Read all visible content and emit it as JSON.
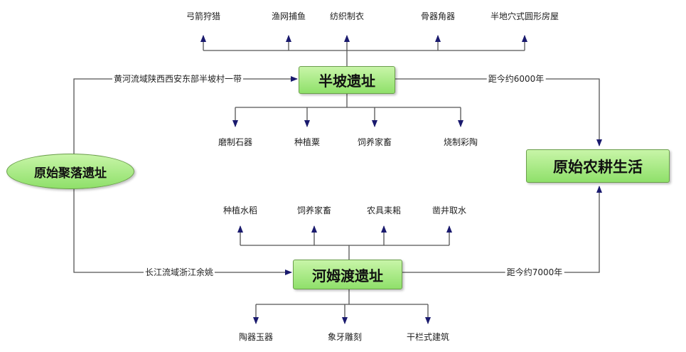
{
  "nodes": {
    "origin": "原始聚落遗址",
    "banpo": "半坡遗址",
    "hemudu": "河姆渡遗址",
    "farming": "原始农耕生活"
  },
  "edges": {
    "banpo_location": "黄河流域陕西西安东部半坡村一带",
    "hemudu_location": "长江流域浙江余姚",
    "banpo_age": "距今约6000年",
    "hemudu_age": "距今约7000年"
  },
  "banpo_top": [
    "弓箭狩猎",
    "渔网捕鱼",
    "纺织制衣",
    "骨器角器",
    "半地穴式圆形房屋"
  ],
  "banpo_bottom": [
    "磨制石器",
    "种植粟",
    "饲养家畜",
    "烧制彩陶"
  ],
  "hemudu_top": [
    "种植水稻",
    "饲养家畜",
    "农具耒耜",
    "凿井取水"
  ],
  "hemudu_bottom": [
    "陶器玉器",
    "象牙雕刻",
    "干栏式建筑"
  ],
  "colors": {
    "line": "#555555",
    "arrow": "#1a1a6e",
    "node_fill": "#9de67a"
  }
}
